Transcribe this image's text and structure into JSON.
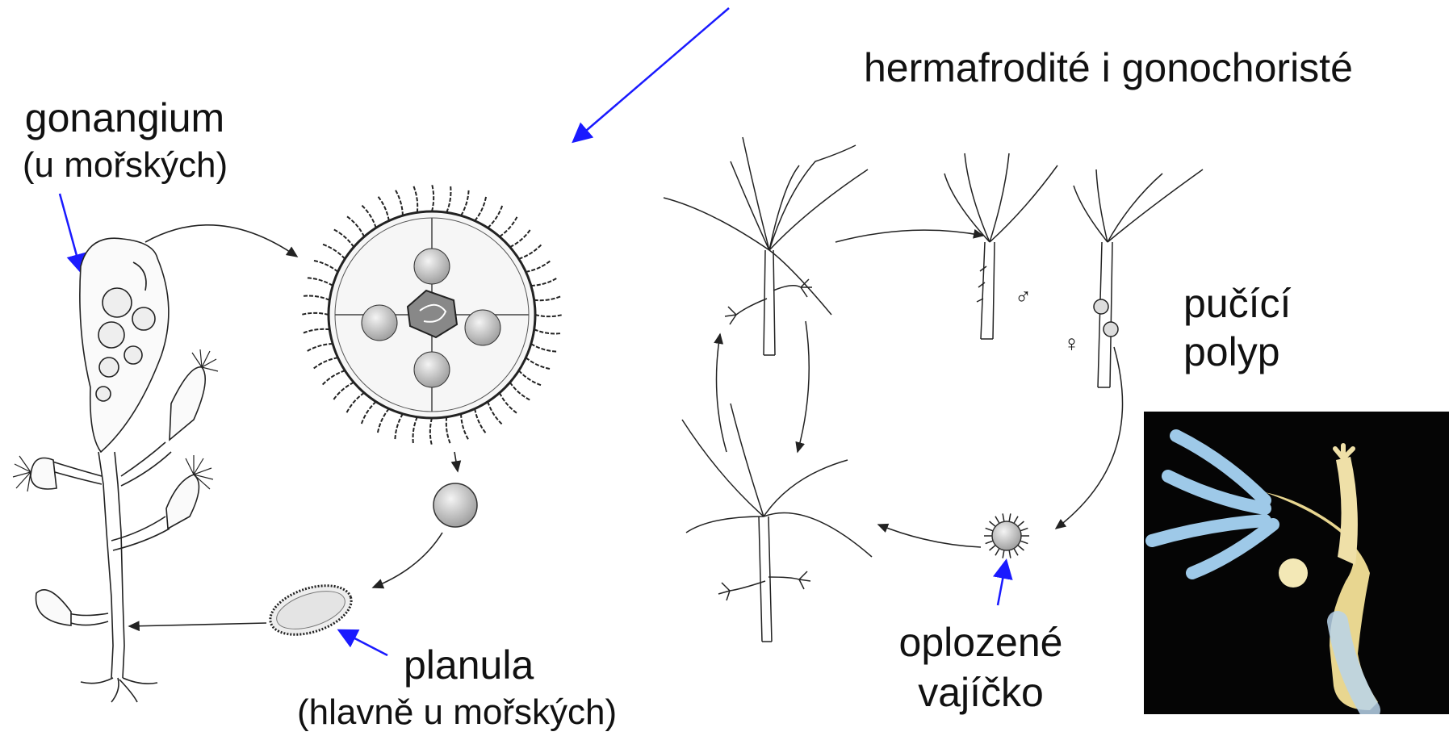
{
  "labels": {
    "gonangium": "gonangium",
    "gonangium_sub": "(u mořských)",
    "planula": "planula",
    "planula_sub": "(hlavně u mořských)",
    "hermaphrodite": "hermafrodité i gonochoristé",
    "budding_1": "pučící",
    "budding_2": "polyp",
    "egg_1": "oplozené",
    "egg_2": "vajíčko",
    "male_symbol": "♂",
    "female_symbol": "♀"
  },
  "colors": {
    "arrow_highlight": "#1a1aff",
    "line_art": "#222222",
    "photo_background": "#050505",
    "hydra_body": "#e8d690",
    "hydra_tentacles": "#9ec9e8"
  },
  "icons": {
    "photo": "budding-hydra-photo"
  }
}
